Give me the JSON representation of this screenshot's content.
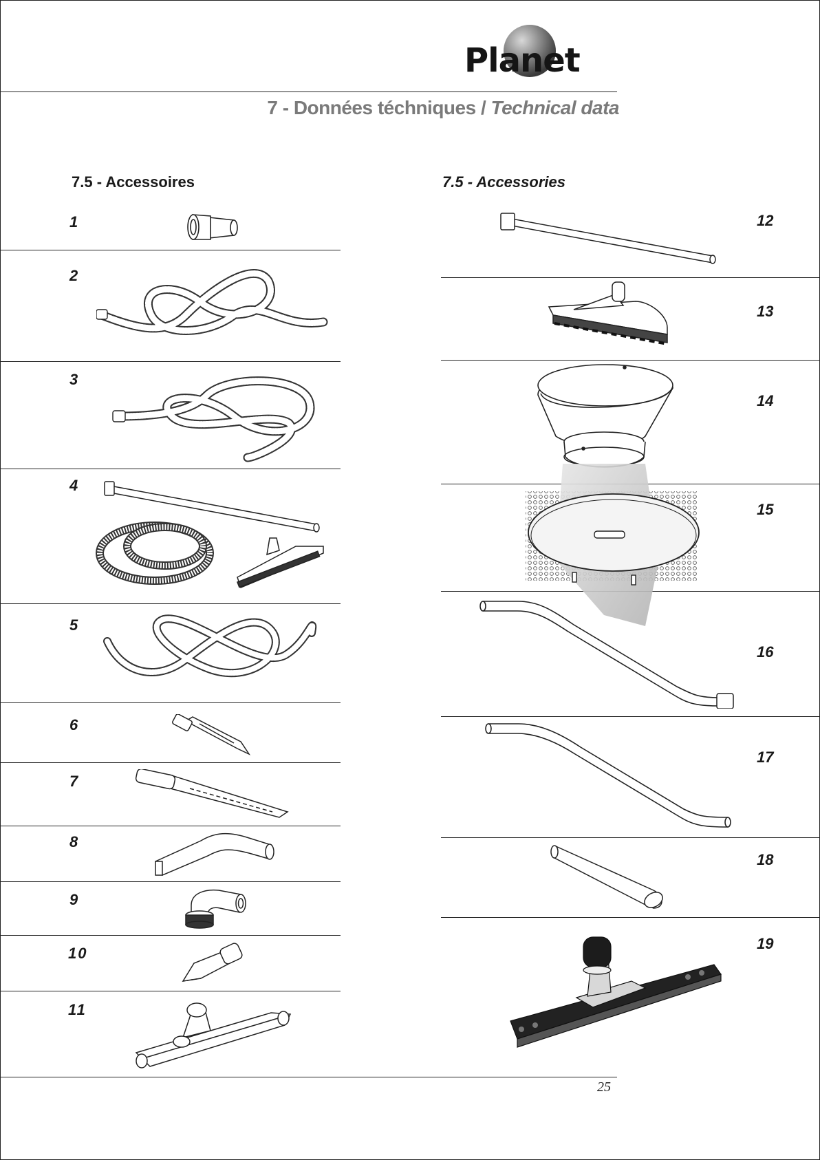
{
  "header": {
    "logo_text": "Planet",
    "section_fr": "7 - Données téchniques / ",
    "section_en": "Technical data"
  },
  "left": {
    "title": "7.5 - Accessoires",
    "items": [
      {
        "number": "1",
        "icon": "hose-coupling-icon"
      },
      {
        "number": "2",
        "icon": "suction-hose-icon"
      },
      {
        "number": "3",
        "icon": "suction-hose-icon"
      },
      {
        "number": "4",
        "icon": "hose-tube-floor-tool-kit-icon"
      },
      {
        "number": "5",
        "icon": "suction-hose-icon"
      },
      {
        "number": "6",
        "icon": "short-crevice-tool-icon"
      },
      {
        "number": "7",
        "icon": "long-crevice-tool-icon"
      },
      {
        "number": "8",
        "icon": "bent-nozzle-icon"
      },
      {
        "number": "9",
        "icon": "round-brush-icon"
      },
      {
        "number": "10",
        "icon": "upholstery-nozzle-icon"
      },
      {
        "number": "11",
        "icon": "squeegee-floor-tool-icon"
      }
    ]
  },
  "right": {
    "title": "7.5 - Accessories",
    "items": [
      {
        "number": "12",
        "icon": "extension-tube-icon"
      },
      {
        "number": "13",
        "icon": "floor-brush-icon"
      },
      {
        "number": "14",
        "icon": "filter-basket-icon"
      },
      {
        "number": "15",
        "icon": "filter-lid-icon"
      },
      {
        "number": "16",
        "icon": "curved-wand-icon"
      },
      {
        "number": "17",
        "icon": "curved-wand-icon"
      },
      {
        "number": "18",
        "icon": "straight-nozzle-icon"
      },
      {
        "number": "19",
        "icon": "wide-floor-tool-icon"
      }
    ]
  },
  "footer": {
    "page_number": "25"
  }
}
